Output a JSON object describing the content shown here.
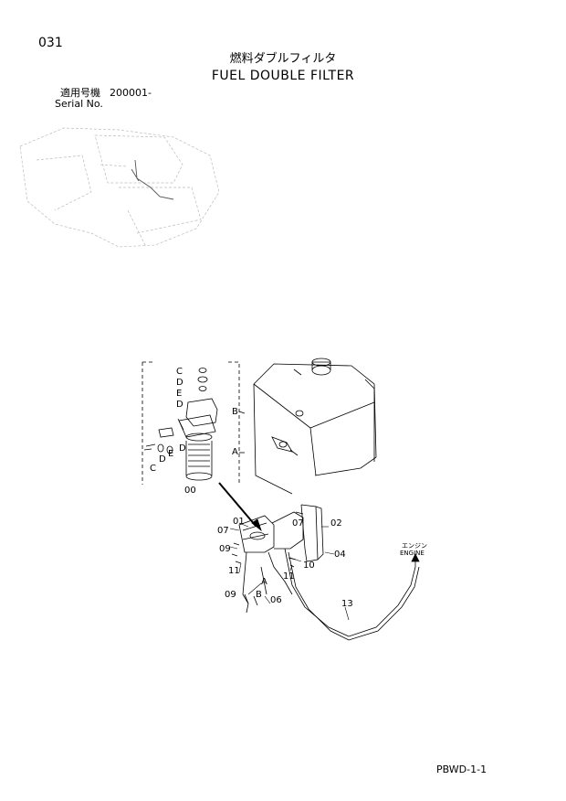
{
  "page_number": "031",
  "title": {
    "japanese": "燃料ダブルフィルタ",
    "english": "FUEL DOUBLE FILTER"
  },
  "serial": {
    "label_jp": "適用号機",
    "value": "200001-",
    "label_en": "Serial No."
  },
  "callouts": {
    "stack_c": "C",
    "stack_d1": "D",
    "stack_e": "E",
    "stack_d2": "D",
    "b_upper": "B",
    "a_upper": "A",
    "c_left": "C",
    "d_left": "D",
    "e_left": "E",
    "d_right": "D",
    "p00": "00",
    "p01": "01",
    "p02": "02",
    "p04": "04",
    "p06": "06",
    "p07_left": "07",
    "p07_right": "07",
    "p09_upper": "09",
    "p09_lower": "09",
    "p10": "10",
    "p11_left": "11",
    "p11_right": "11",
    "p13": "13",
    "a_lower": "A",
    "b_lower": "B",
    "engine_jp": "エンジン",
    "engine_en": "ENGINE"
  },
  "footer_code": "PBWD-1-1"
}
